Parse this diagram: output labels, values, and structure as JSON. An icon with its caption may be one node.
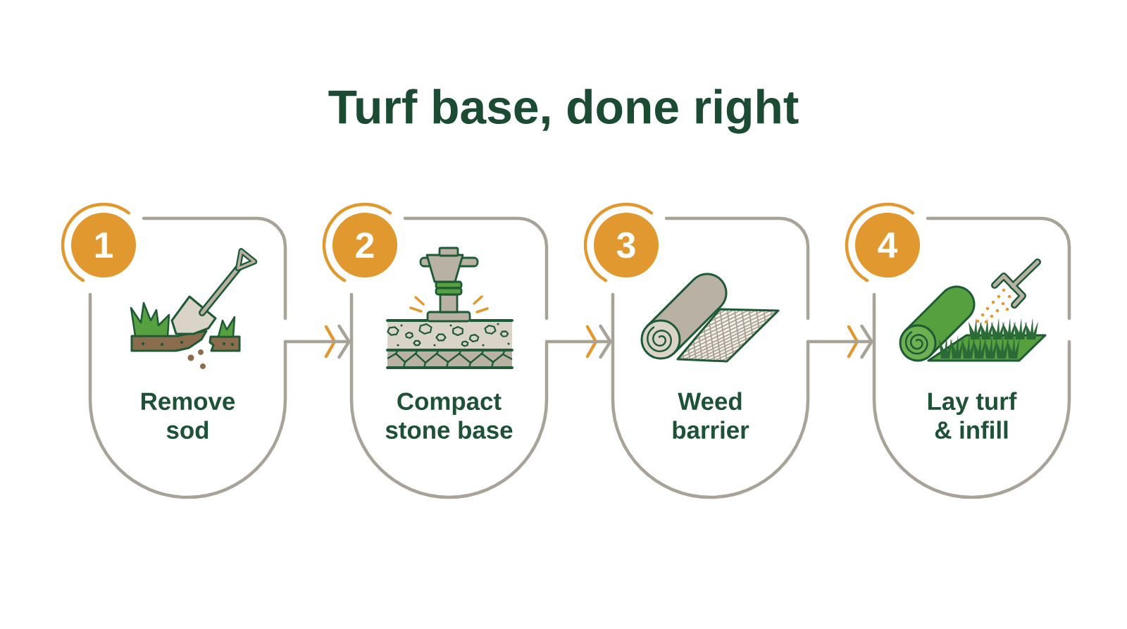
{
  "diagram": {
    "title": "Turf base, done right",
    "nodes": [
      {
        "text": [
          "1"
        ]
      },
      {
        "text": [
          "Remove sod"
        ]
      },
      {
        "text": [
          "2"
        ]
      },
      {
        "text": [
          "Compact stone base"
        ]
      },
      {
        "text": [
          "3"
        ]
      },
      {
        "text": [
          "Weed barrier"
        ]
      },
      {
        "text": [
          "4"
        ]
      },
      {
        "text": [
          "Lay turf & infill"
        ]
      }
    ],
    "edges": [
      {
        "from": 1,
        "to": 3,
        "arrow": "to"
      },
      {
        "from": 3,
        "to": 5,
        "arrow": "to"
      },
      {
        "from": 5,
        "to": 7,
        "arrow": "to"
      }
    ]
  }
}
